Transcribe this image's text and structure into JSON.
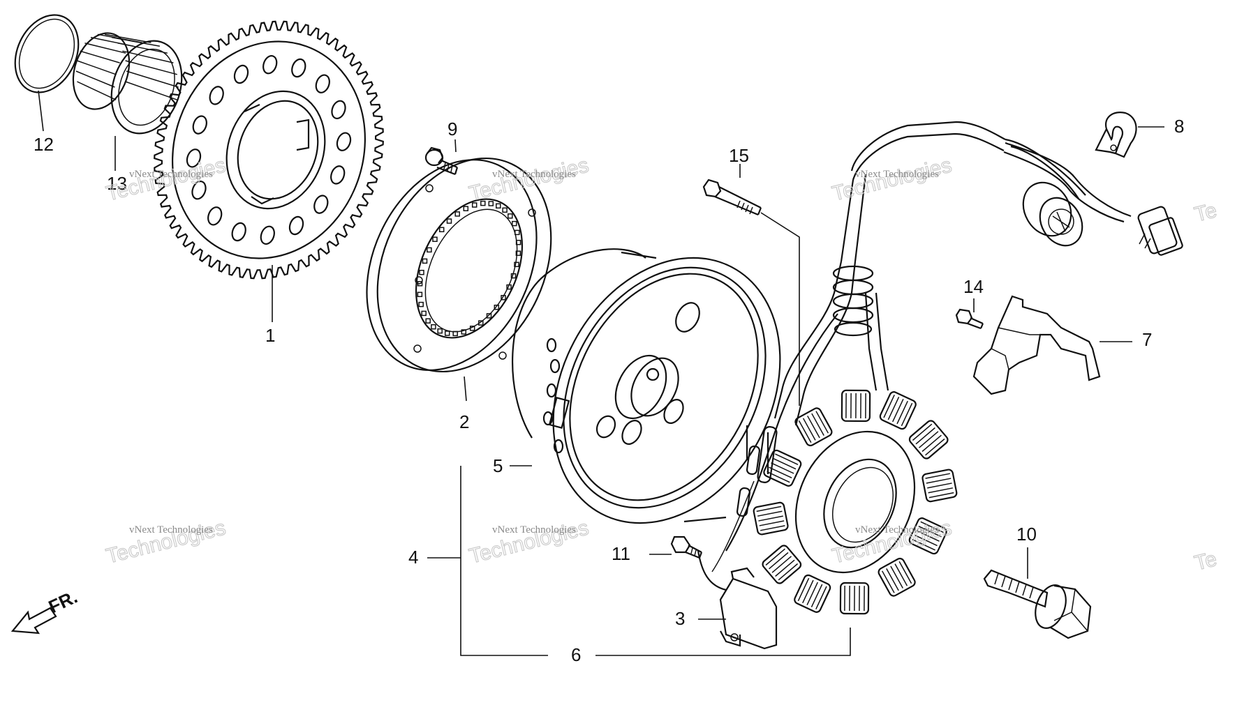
{
  "diagram": {
    "parts": [
      {
        "id": "1",
        "label": "1"
      },
      {
        "id": "2",
        "label": "2"
      },
      {
        "id": "3",
        "label": "3"
      },
      {
        "id": "4",
        "label": "4"
      },
      {
        "id": "5",
        "label": "5"
      },
      {
        "id": "6",
        "label": "6"
      },
      {
        "id": "7",
        "label": "7"
      },
      {
        "id": "8",
        "label": "8"
      },
      {
        "id": "9",
        "label": "9"
      },
      {
        "id": "10",
        "label": "10"
      },
      {
        "id": "11",
        "label": "11"
      },
      {
        "id": "12",
        "label": "12"
      },
      {
        "id": "13",
        "label": "13"
      },
      {
        "id": "14",
        "label": "14"
      },
      {
        "id": "15",
        "label": "15"
      }
    ],
    "direction_label": "FR."
  },
  "watermark": {
    "small_text": "vNext Technologies",
    "big_text": "Technologies",
    "fragment_text": "Te"
  },
  "colors": {
    "line": "#111111",
    "watermark": "#c9c9c9",
    "background": "#ffffff"
  }
}
